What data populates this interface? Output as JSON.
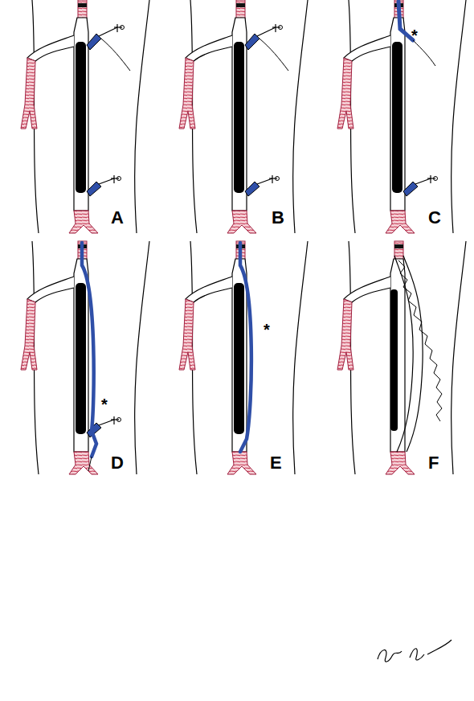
{
  "diagram": {
    "labels": [
      "A",
      "B",
      "C",
      "D",
      "E",
      "F",
      "*",
      "*",
      "*"
    ]
  }
}
